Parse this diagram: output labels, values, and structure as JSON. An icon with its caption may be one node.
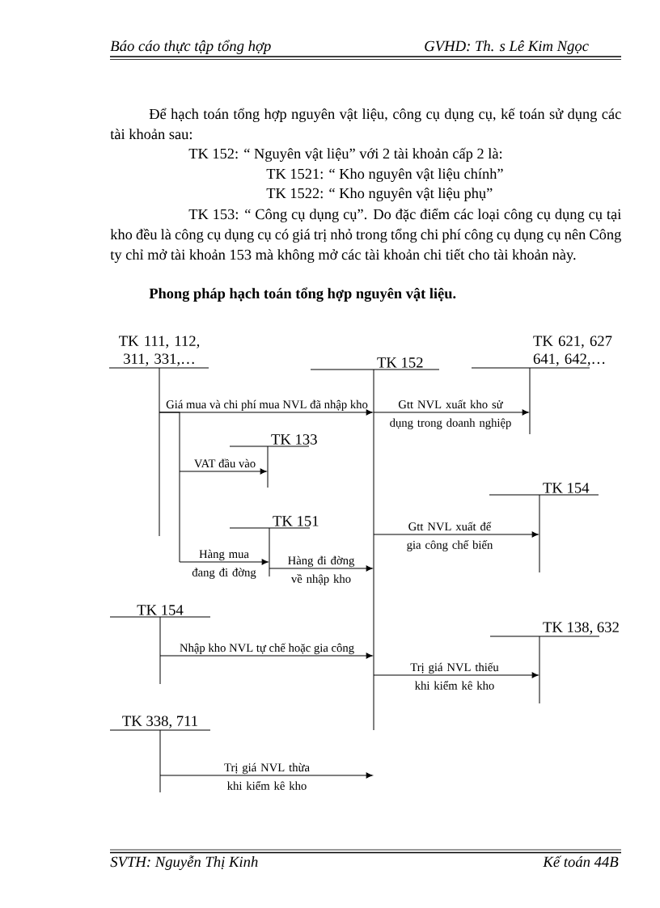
{
  "diagram": {
    "title": "Phong pháp hạch toán tổng hợp nguyên vật liệu.",
    "nodes": [
      {
        "text": [
          "TK 111, 112, 311, 331,…"
        ]
      },
      {
        "text": [
          "TK 152"
        ]
      },
      {
        "text": [
          "TK 621, 627 641, 642,…"
        ]
      },
      {
        "text": [
          "TK 133"
        ]
      },
      {
        "text": [
          "TK 154"
        ]
      },
      {
        "text": [
          "TK 151"
        ]
      },
      {
        "text": [
          "TK 154"
        ]
      },
      {
        "text": [
          "TK 138, 632"
        ]
      },
      {
        "text": [
          "TK 338, 711"
        ]
      }
    ],
    "edges": [
      {
        "from": 0,
        "to": 1,
        "arrow": "to",
        "label": "Giá mua và chi phí mua NVL đã nhập kho"
      },
      {
        "from": 1,
        "to": 2,
        "arrow": "to",
        "label": "Gtt NVL xuất kho sử dụng trong doanh nghiệp"
      },
      {
        "from": 0,
        "to": 3,
        "arrow": "to",
        "label": "VAT đầu vào"
      },
      {
        "from": 1,
        "to": 4,
        "arrow": "to",
        "label": "Gtt NVL xuất để gia công chế biến"
      },
      {
        "from": 0,
        "to": 5,
        "arrow": "to",
        "label": "Hàng mua đang đi đờng"
      },
      {
        "from": 5,
        "to": 1,
        "arrow": "to",
        "label": "Hàng đi đờng về nhập kho"
      },
      {
        "from": 6,
        "to": 1,
        "arrow": "to",
        "label": "Nhập kho NVL tự chế hoặc gia công"
      },
      {
        "from": 1,
        "to": 7,
        "arrow": "to",
        "label": "Trị giá NVL thiếu khi kiểm kê kho"
      },
      {
        "from": 8,
        "to": 1,
        "arrow": "to",
        "label": "Trị giá NVL thừa khi kiểm kê kho"
      }
    ],
    "labels": [
      "Báo cáo thực tập tổng hợp",
      "GVHD: Th. s Lê Kim Ngọc",
      "Để hạch toán tổng hợp nguyên vật liệu, công cụ dụng cụ, kế toán sử dụng các tài khoản sau:",
      "TK 152: “ Nguyên vật liệu” với 2 tài khoản cấp 2 là:",
      "TK 1521: “ Kho nguyên vật liệu chính”",
      "TK 1522: “ Kho nguyên vật liệu phụ”",
      "TK 153: “ Công cụ dụng cụ”. Do đặc điểm các loại công cụ dụng cụ tại kho đều là công cụ dụng cụ có giá trị nhỏ trong tổng chi phí công cụ dụng cụ nên Công ty chỉ mở tài khoản 153 mà không mở các tài khoản chi tiết cho tài khoản này.",
      "SVTH: Nguyễn Thị Kinh",
      "Kế toán 44B"
    ]
  }
}
